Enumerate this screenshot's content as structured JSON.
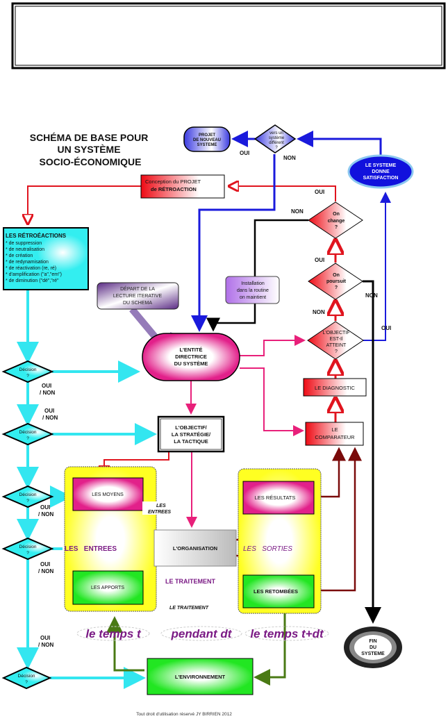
{
  "title": [
    "SCHÉMA DE BASE POUR",
    "UN SYSTÈME",
    "SOCIO-ÉCONOMIQUE"
  ],
  "nodes": {
    "projet_nouveau": [
      "PROJET",
      "DE NOUVEAU",
      "SYSTEME"
    ],
    "vers_autre": [
      "vers un",
      "système",
      "différent",
      "?"
    ],
    "satisfaction": [
      "LE SYSTEME",
      "DONNE",
      "SATISFACTION"
    ],
    "conception": [
      "Conception du PROJET",
      "de RÉTROACTION"
    ],
    "retroactions": {
      "title": "LES RÉTROÉACTIONS",
      "items": [
        "* de suppression",
        "* de neutralisation",
        "* de création",
        "* de redynamisation",
        "* de réactivation (re, ré)",
        "* d'amplification (\"a\",\"em\")",
        "* de diminution (\"dé\",\"ré\""
      ]
    },
    "depart": [
      "DÉPART DE LA",
      "LECTURE ITERATIVE",
      "DU SCHEMA"
    ],
    "on_change": [
      "On",
      "change",
      "?"
    ],
    "on_poursuit": [
      "On",
      "poursuit",
      "?"
    ],
    "installation": [
      "Installation",
      "dans la routine",
      "on maintient"
    ],
    "objectif_atteint": [
      "L'OBJECTIF",
      "EST-Il",
      "ATTEINT",
      "?"
    ],
    "entite": [
      "L'ENTITÉ",
      "DIRECTRICE",
      "DU SYSTÈME"
    ],
    "diagnostic": "LE DIAGNOSTIC",
    "comparateur": [
      "LE",
      "COMPARATEUR"
    ],
    "objectif": [
      "L'OBJECTIF/",
      "LA STRATÉGIE/",
      "LA TACTIQUE"
    ],
    "decision": [
      "Décision",
      "?"
    ],
    "moyens": "LES MOYENS",
    "apports": "LES APPORTS",
    "organisation": "L'ORGANISATION",
    "resultats": "LES RÉSULTATS",
    "retombees": "LES RETOMBÉES",
    "environnement": "L'ENVIRONNEMENT",
    "fin": [
      "FIN",
      "DU",
      "SYSTEME"
    ]
  },
  "labels": {
    "oui": "OUI",
    "non": "NON",
    "oui_non": [
      "OUI",
      "/ NON"
    ],
    "les_entrees_small": [
      "LES",
      "ENTREES"
    ],
    "les_entrees_big": "LES   ENTREES",
    "les_sorties": "LES   SORTIES",
    "traitement": "LE TRAITEMENT",
    "traitement_small": "LE TRAITEMENT",
    "temps_t": "le temps t",
    "pendant_dt": "pendant dt",
    "temps_t_dt": "le temps t+dt"
  },
  "footer": "Tout droit d'utilisation réservé JY BIRRIEN 2012",
  "colors": {
    "cyan": "#33e6f0",
    "blue": "#1a1adc",
    "red": "#e0141e",
    "pink": "#e8207a",
    "darkred": "#7a0a0a",
    "green": "#4a7a14",
    "purple": "#7a1a84",
    "yellow": "#ffff33"
  }
}
